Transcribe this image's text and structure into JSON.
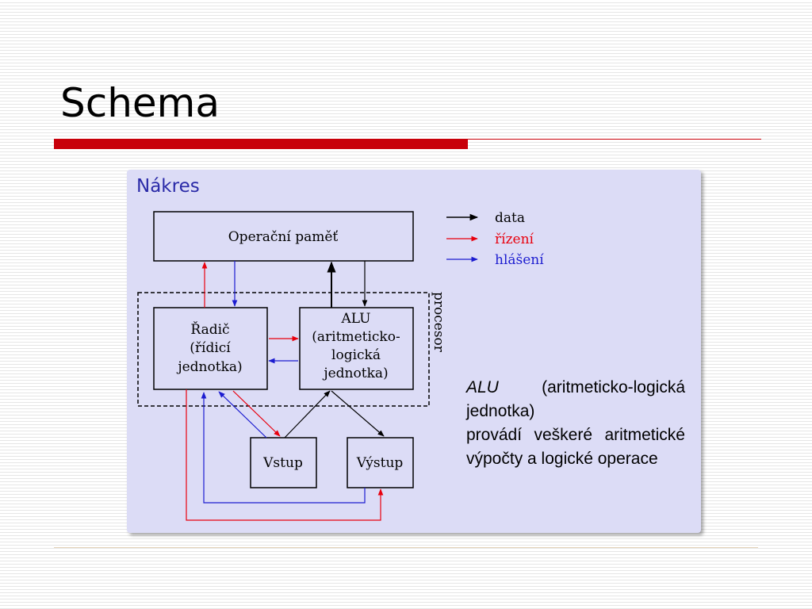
{
  "slide": {
    "title": "Schema"
  },
  "panel": {
    "heading": "Nákres",
    "background": "#dcdcf6",
    "heading_color": "#2a2aa8"
  },
  "diagram": {
    "memory_label": "Operační paměť",
    "controller_label": [
      "Řadič",
      "(řídicí",
      "jednotka)"
    ],
    "alu_label": [
      "ALU",
      "(aritmeticko-",
      "logická",
      "jednotka)"
    ],
    "input_label": "Vstup",
    "output_label": "Výstup",
    "processor_label": "procesor",
    "legend": [
      {
        "label": "data",
        "color": "#000000"
      },
      {
        "label": "řízení",
        "color": "#e8000e"
      },
      {
        "label": "hlášení",
        "color": "#1c1cd0"
      }
    ]
  },
  "description": {
    "term": "ALU",
    "term_rest": " (aritmeticko-logická jednotka)",
    "body": "provádí veškeré aritmetické výpočty a logické operace"
  },
  "colors": {
    "accent_red": "#c8000a",
    "data_arrow": "#000000",
    "control_arrow": "#e8000e",
    "report_arrow": "#1c1cd0"
  }
}
